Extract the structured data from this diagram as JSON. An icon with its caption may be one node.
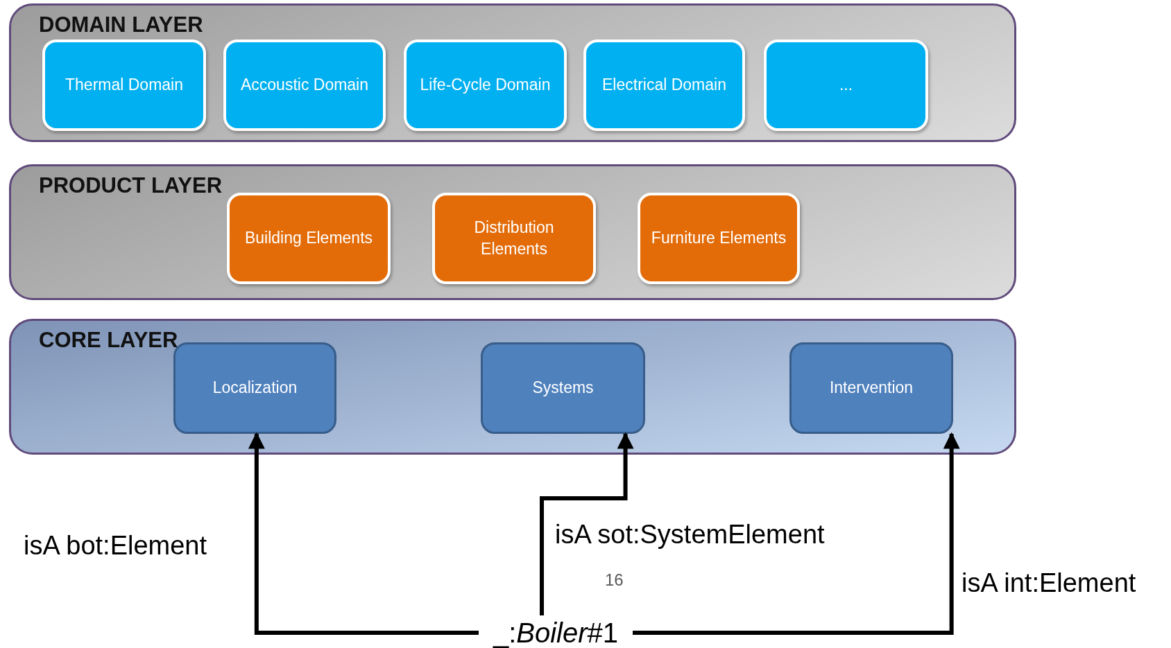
{
  "diagram": {
    "nodes": [
      {
        "text": [
          "DOMAIN LAYER"
        ]
      },
      {
        "text": [
          "Thermal Domain"
        ],
        "in": 0
      },
      {
        "text": [
          "Accoustic Domain"
        ],
        "in": 0
      },
      {
        "text": [
          "Life-Cycle Domain"
        ],
        "in": 0
      },
      {
        "text": [
          "Electrical Domain"
        ],
        "in": 0
      },
      {
        "text": [
          "..."
        ],
        "in": 0
      },
      {
        "text": [
          "PRODUCT LAYER"
        ]
      },
      {
        "text": [
          "Building Elements"
        ],
        "in": 6
      },
      {
        "text": [
          "Distribution Elements"
        ],
        "in": 6
      },
      {
        "text": [
          "Furniture Elements"
        ],
        "in": 6
      },
      {
        "text": [
          "CORE LAYER"
        ]
      },
      {
        "text": [
          "Localization"
        ],
        "in": 10
      },
      {
        "text": [
          "Systems"
        ],
        "in": 10
      },
      {
        "text": [
          "Intervention"
        ],
        "in": 10
      },
      {
        "text": [
          "_:*Boiler*#1"
        ]
      }
    ],
    "edges": [
      {
        "from": 14,
        "to": 11,
        "arrow": "to",
        "label": "isA bot:Element"
      },
      {
        "from": 14,
        "to": 12,
        "arrow": "to",
        "label": "isA sot:SystemElement"
      },
      {
        "from": 14,
        "to": 13,
        "arrow": "to",
        "label": "isA int:Element"
      }
    ],
    "labels": [
      "16"
    ]
  }
}
